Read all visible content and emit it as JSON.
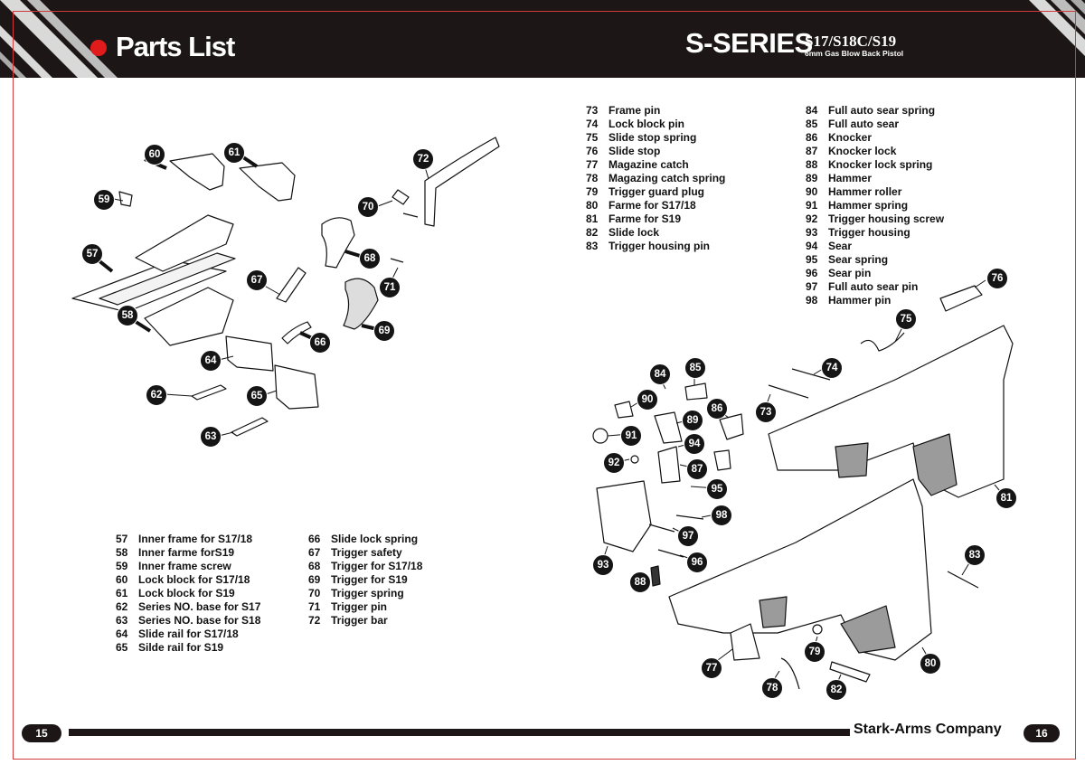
{
  "header": {
    "title": "Parts List",
    "series_main": "S-SERIES",
    "series_models": "S17/S18C/S19",
    "series_sub": "6mm Gas Blow Back Pistol"
  },
  "parts_left_a": [
    {
      "num": "57",
      "name": "Inner frame for S17/18"
    },
    {
      "num": "58",
      "name": "Inner farme forS19"
    },
    {
      "num": "59",
      "name": "Inner frame screw"
    },
    {
      "num": "60",
      "name": "Lock block for S17/18"
    },
    {
      "num": "61",
      "name": "Lock block for S19"
    },
    {
      "num": "62",
      "name": "Series NO. base for S17"
    },
    {
      "num": "63",
      "name": "Series NO. base for S18"
    },
    {
      "num": "64",
      "name": "Slide rail for S17/18"
    },
    {
      "num": "65",
      "name": "Silde rail for S19"
    }
  ],
  "parts_left_b": [
    {
      "num": "66",
      "name": "Slide lock spring"
    },
    {
      "num": "67",
      "name": "Trigger safety"
    },
    {
      "num": "68",
      "name": "Trigger for S17/18"
    },
    {
      "num": "69",
      "name": "Trigger for S19"
    },
    {
      "num": "70",
      "name": "Trigger spring"
    },
    {
      "num": "71",
      "name": "Trigger pin"
    },
    {
      "num": "72",
      "name": "Trigger bar"
    }
  ],
  "parts_right_a": [
    {
      "num": "73",
      "name": "Frame pin"
    },
    {
      "num": "74",
      "name": "Lock block pin"
    },
    {
      "num": "75",
      "name": "Slide stop spring"
    },
    {
      "num": "76",
      "name": "Slide stop"
    },
    {
      "num": "77",
      "name": "Magazine catch"
    },
    {
      "num": "78",
      "name": "Magazing catch spring"
    },
    {
      "num": "79",
      "name": "Trigger guard plug"
    },
    {
      "num": "80",
      "name": "Farme for S17/18"
    },
    {
      "num": "81",
      "name": "Farme for S19"
    },
    {
      "num": "82",
      "name": "Slide lock"
    },
    {
      "num": "83",
      "name": "Trigger housing pin"
    }
  ],
  "parts_right_b": [
    {
      "num": "84",
      "name": "Full auto sear spring"
    },
    {
      "num": "85",
      "name": "Full auto sear"
    },
    {
      "num": "86",
      "name": "Knocker"
    },
    {
      "num": "87",
      "name": "Knocker lock"
    },
    {
      "num": "88",
      "name": "Knocker lock spring"
    },
    {
      "num": "89",
      "name": "Hammer"
    },
    {
      "num": "90",
      "name": "Hammer roller"
    },
    {
      "num": "91",
      "name": "Hammer spring"
    },
    {
      "num": "92",
      "name": "Trigger housing screw"
    },
    {
      "num": "93",
      "name": "Trigger housing"
    },
    {
      "num": "94",
      "name": "Sear"
    },
    {
      "num": "95",
      "name": "Sear spring"
    },
    {
      "num": "96",
      "name": "Sear pin"
    },
    {
      "num": "97",
      "name": "Full auto sear pin"
    },
    {
      "num": "98",
      "name": "Hammer pin"
    }
  ],
  "callouts_left": [
    "57",
    "58",
    "59",
    "60",
    "61",
    "62",
    "63",
    "64",
    "65",
    "66",
    "67",
    "68",
    "69",
    "70",
    "71",
    "72"
  ],
  "callouts_right": [
    "73",
    "74",
    "75",
    "76",
    "77",
    "78",
    "79",
    "80",
    "81",
    "82",
    "83",
    "84",
    "85",
    "86",
    "87",
    "88",
    "89",
    "90",
    "91",
    "92",
    "93",
    "94",
    "95",
    "96",
    "97",
    "98"
  ],
  "footer": {
    "page_left": "15",
    "page_right": "16",
    "company": "Stark-Arms Company"
  },
  "colors": {
    "header_bg": "#1c1617",
    "accent_red": "#e01b1b",
    "frame_line": "#d23a3a"
  }
}
